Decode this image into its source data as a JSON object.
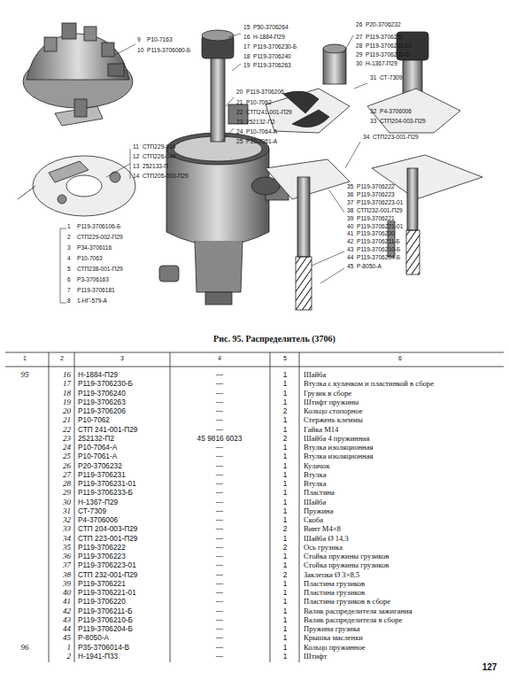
{
  "diagram": {
    "caption": "Рис. 95. Распределитель (3706)",
    "labels": [
      "1",
      "Р119-3706106-Б",
      "2",
      "СТП229-002-П29",
      "3",
      "Р34-3706116",
      "4",
      "Р10-7063",
      "5",
      "СТП238-001-П29",
      "6",
      "Р3-3706163",
      "7",
      "Р119-3706181",
      "8",
      "1-НГ-579-А",
      "9",
      "Р10-7163",
      "10",
      "Р119-3706060-Б",
      "11",
      "СТП229-014",
      "12",
      "СТП226-044",
      "13",
      "252133-П",
      "14",
      "СТП205-003-П29",
      "15",
      "Р50-3706264",
      "16",
      "Н-1884-П29",
      "17",
      "Р119-3706230-Б",
      "18",
      "Р119-3706240",
      "19",
      "Р119-3706263",
      "20",
      "Р119-3706206",
      "21",
      "Р10-7062",
      "22",
      "СТП241-001-П29",
      "23",
      "252132-П2",
      "24",
      "Р10-7064-А",
      "25",
      "Р10-7061-А",
      "26",
      "Р20-3706232",
      "27",
      "Р119-3706231",
      "28",
      "Р119-3706231-01",
      "29",
      "Р119-3706233-Б",
      "30",
      "Н-1367-П29",
      "31",
      "СТ-7309",
      "32",
      "Р4-3706006",
      "33",
      "СТП204-003-П29",
      "34",
      "СТП223-001-П29",
      "35",
      "Р119-3706222",
      "36",
      "Р119-3706223",
      "37",
      "Р119-3706223-01",
      "38",
      "СТП232-001-П29",
      "39",
      "Р119-3706221",
      "40",
      "Р119-3706221-01",
      "41",
      "Р119-3706220",
      "42",
      "Р119-3706211-Б",
      "43",
      "Р119-3706210-Б",
      "44",
      "Р119-3706204-Б",
      "45",
      "Р-8050-А",
      "1",
      "2",
      "3",
      "4",
      "5",
      "6",
      "95",
      "16",
      "Н-1884-П29",
      "—",
      "1",
      "Шайба",
      "17",
      "Р119-3706230-Б",
      "—",
      "1",
      "Втулка с кулачком и пластинкой в сборе",
      "18",
      "Р119-3706240",
      "—",
      "1",
      "Грузик в сборе",
      "19",
      "Р119-3706263",
      "—",
      "1",
      "Штифт пружины",
      "20",
      "Р119-3706206",
      "—",
      "2",
      "Кольцо стопорное",
      "21",
      "Р10-7062",
      "—",
      "1",
      "Стержень клеммы",
      "22",
      "СТП 241-001-П29",
      "—",
      "1",
      "Гайка М14",
      "23",
      "252132-П2",
      "45 9816 6023",
      "2",
      "Шайба 4 пружинная",
      "24",
      "Р10-7064-А",
      "—",
      "1",
      "Втулка изоляционная",
      "25",
      "Р10-7061-А",
      "—",
      "1",
      "Втулка изоляционная",
      "26",
      "Р20-3706232",
      "—",
      "1",
      "Кулачок",
      "27",
      "Р119-3706231",
      "—",
      "1",
      "Втулка",
      "28",
      "Р119-3706231-01",
      "—",
      "1",
      "Втулка",
      "29",
      "Р119-3706233-Б",
      "—",
      "1",
      "Пластина",
      "30",
      "Н-1367-П29",
      "—",
      "1",
      "Шайба",
      "31",
      "СТ-7309",
      "—",
      "1",
      "Пружина",
      "32",
      "Р4-3706006",
      "—",
      "1",
      "Скоба",
      "33",
      "СТП 204-003-П29",
      "—",
      "2",
      "Винт М4×8",
      "34",
      "СТП 223-001-П29",
      "—",
      "1",
      "Шайба Ø 14,3",
      "35",
      "Р119-3706222",
      "—",
      "2",
      "Ось грузика",
      "36",
      "Р119-3706223",
      "—",
      "1",
      "Стойка пружины грузиков",
      "37",
      "Р119-3706223-01",
      "—",
      "1",
      "Стойка пружины грузиков",
      "38",
      "СТП 232-001-П29",
      "—",
      "2",
      "Заклепка Ø 3×8,5",
      "39",
      "Р119-3706221",
      "—",
      "1",
      "Пластина грузиков",
      "40",
      "Р119-3706221-01",
      "—",
      "1",
      "Пластина грузиков",
      "41",
      "Р119-3706220",
      "—",
      "1",
      "Пластина грузиков в сборе",
      "42",
      "Р119-3706211-Б",
      "—",
      "1",
      "Валик распределителя зажигания",
      "43",
      "Р119-3706210-Б",
      "—",
      "1",
      "Валик распределителя в сборе",
      "44",
      "Р119-3706204-Б",
      "—",
      "1",
      "Пружина грузика",
      "45",
      "Р-8050-А",
      "—",
      "1",
      "Крышка масленки",
      "96",
      "1",
      "Р35-3706014-В",
      "—",
      "1",
      "Кольцо пружинное",
      "2",
      "Н-1941-П33",
      "—",
      "1",
      "Штифт",
      "127"
    ]
  }
}
